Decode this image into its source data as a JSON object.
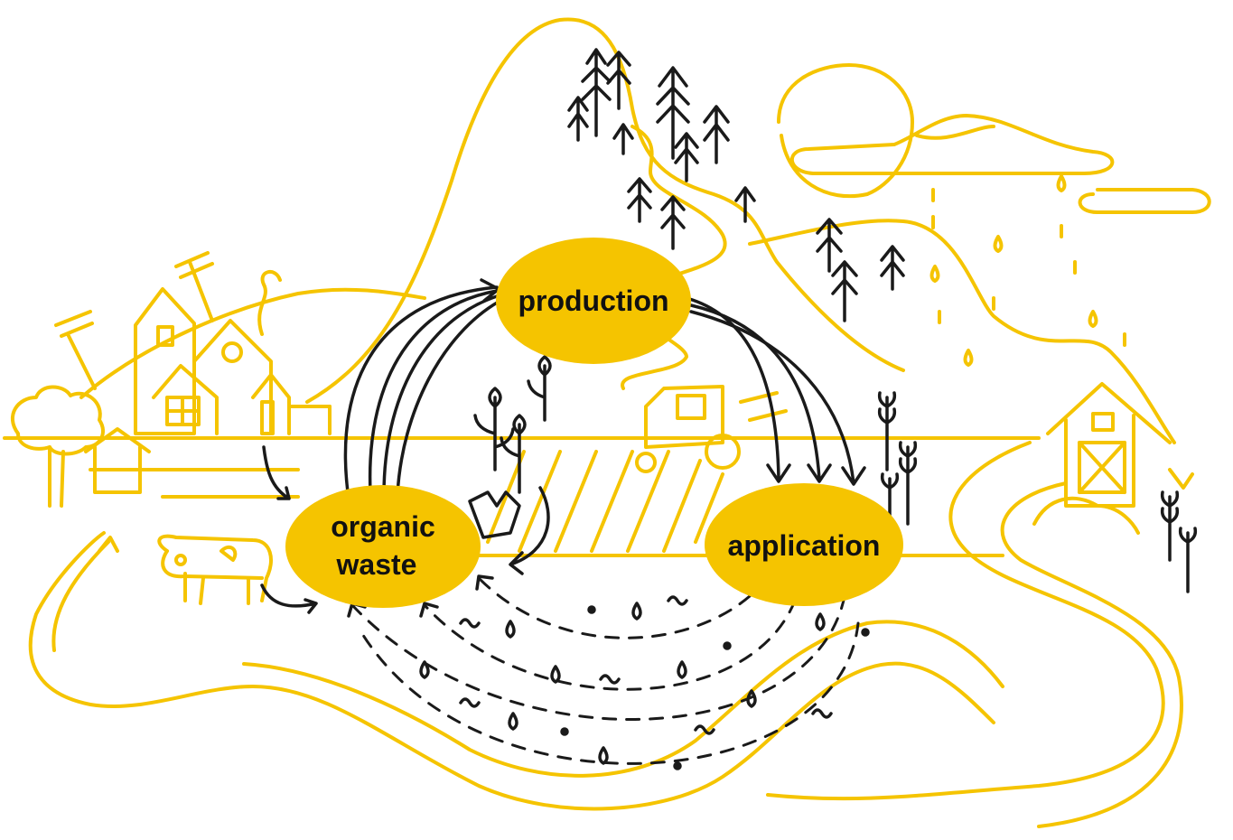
{
  "colors": {
    "accent": "#f5c400",
    "ink": "#1a1a1a",
    "background": "#ffffff"
  },
  "nodes": {
    "production": {
      "label": "production"
    },
    "organic_waste": {
      "label_line1": "organic",
      "label_line2": "waste"
    },
    "application": {
      "label": "application"
    }
  },
  "flows": [
    {
      "from": "organic waste",
      "to": "production",
      "style": "solid",
      "count": 4
    },
    {
      "from": "production",
      "to": "application",
      "style": "solid",
      "count": 3
    },
    {
      "from": "application",
      "to": "organic waste",
      "style": "dashed",
      "count": 4
    }
  ],
  "icons": [
    "hill-icon",
    "forest-icon",
    "sun-icon",
    "cloud-icon",
    "rain-icon",
    "village-houses-icon",
    "tree-icon",
    "cow-icon",
    "tractor-icon",
    "barn-icon",
    "wheat-icon",
    "plant-sprout-icon",
    "river-icon",
    "water-drop-icon",
    "microbe-icon",
    "field-icon"
  ]
}
